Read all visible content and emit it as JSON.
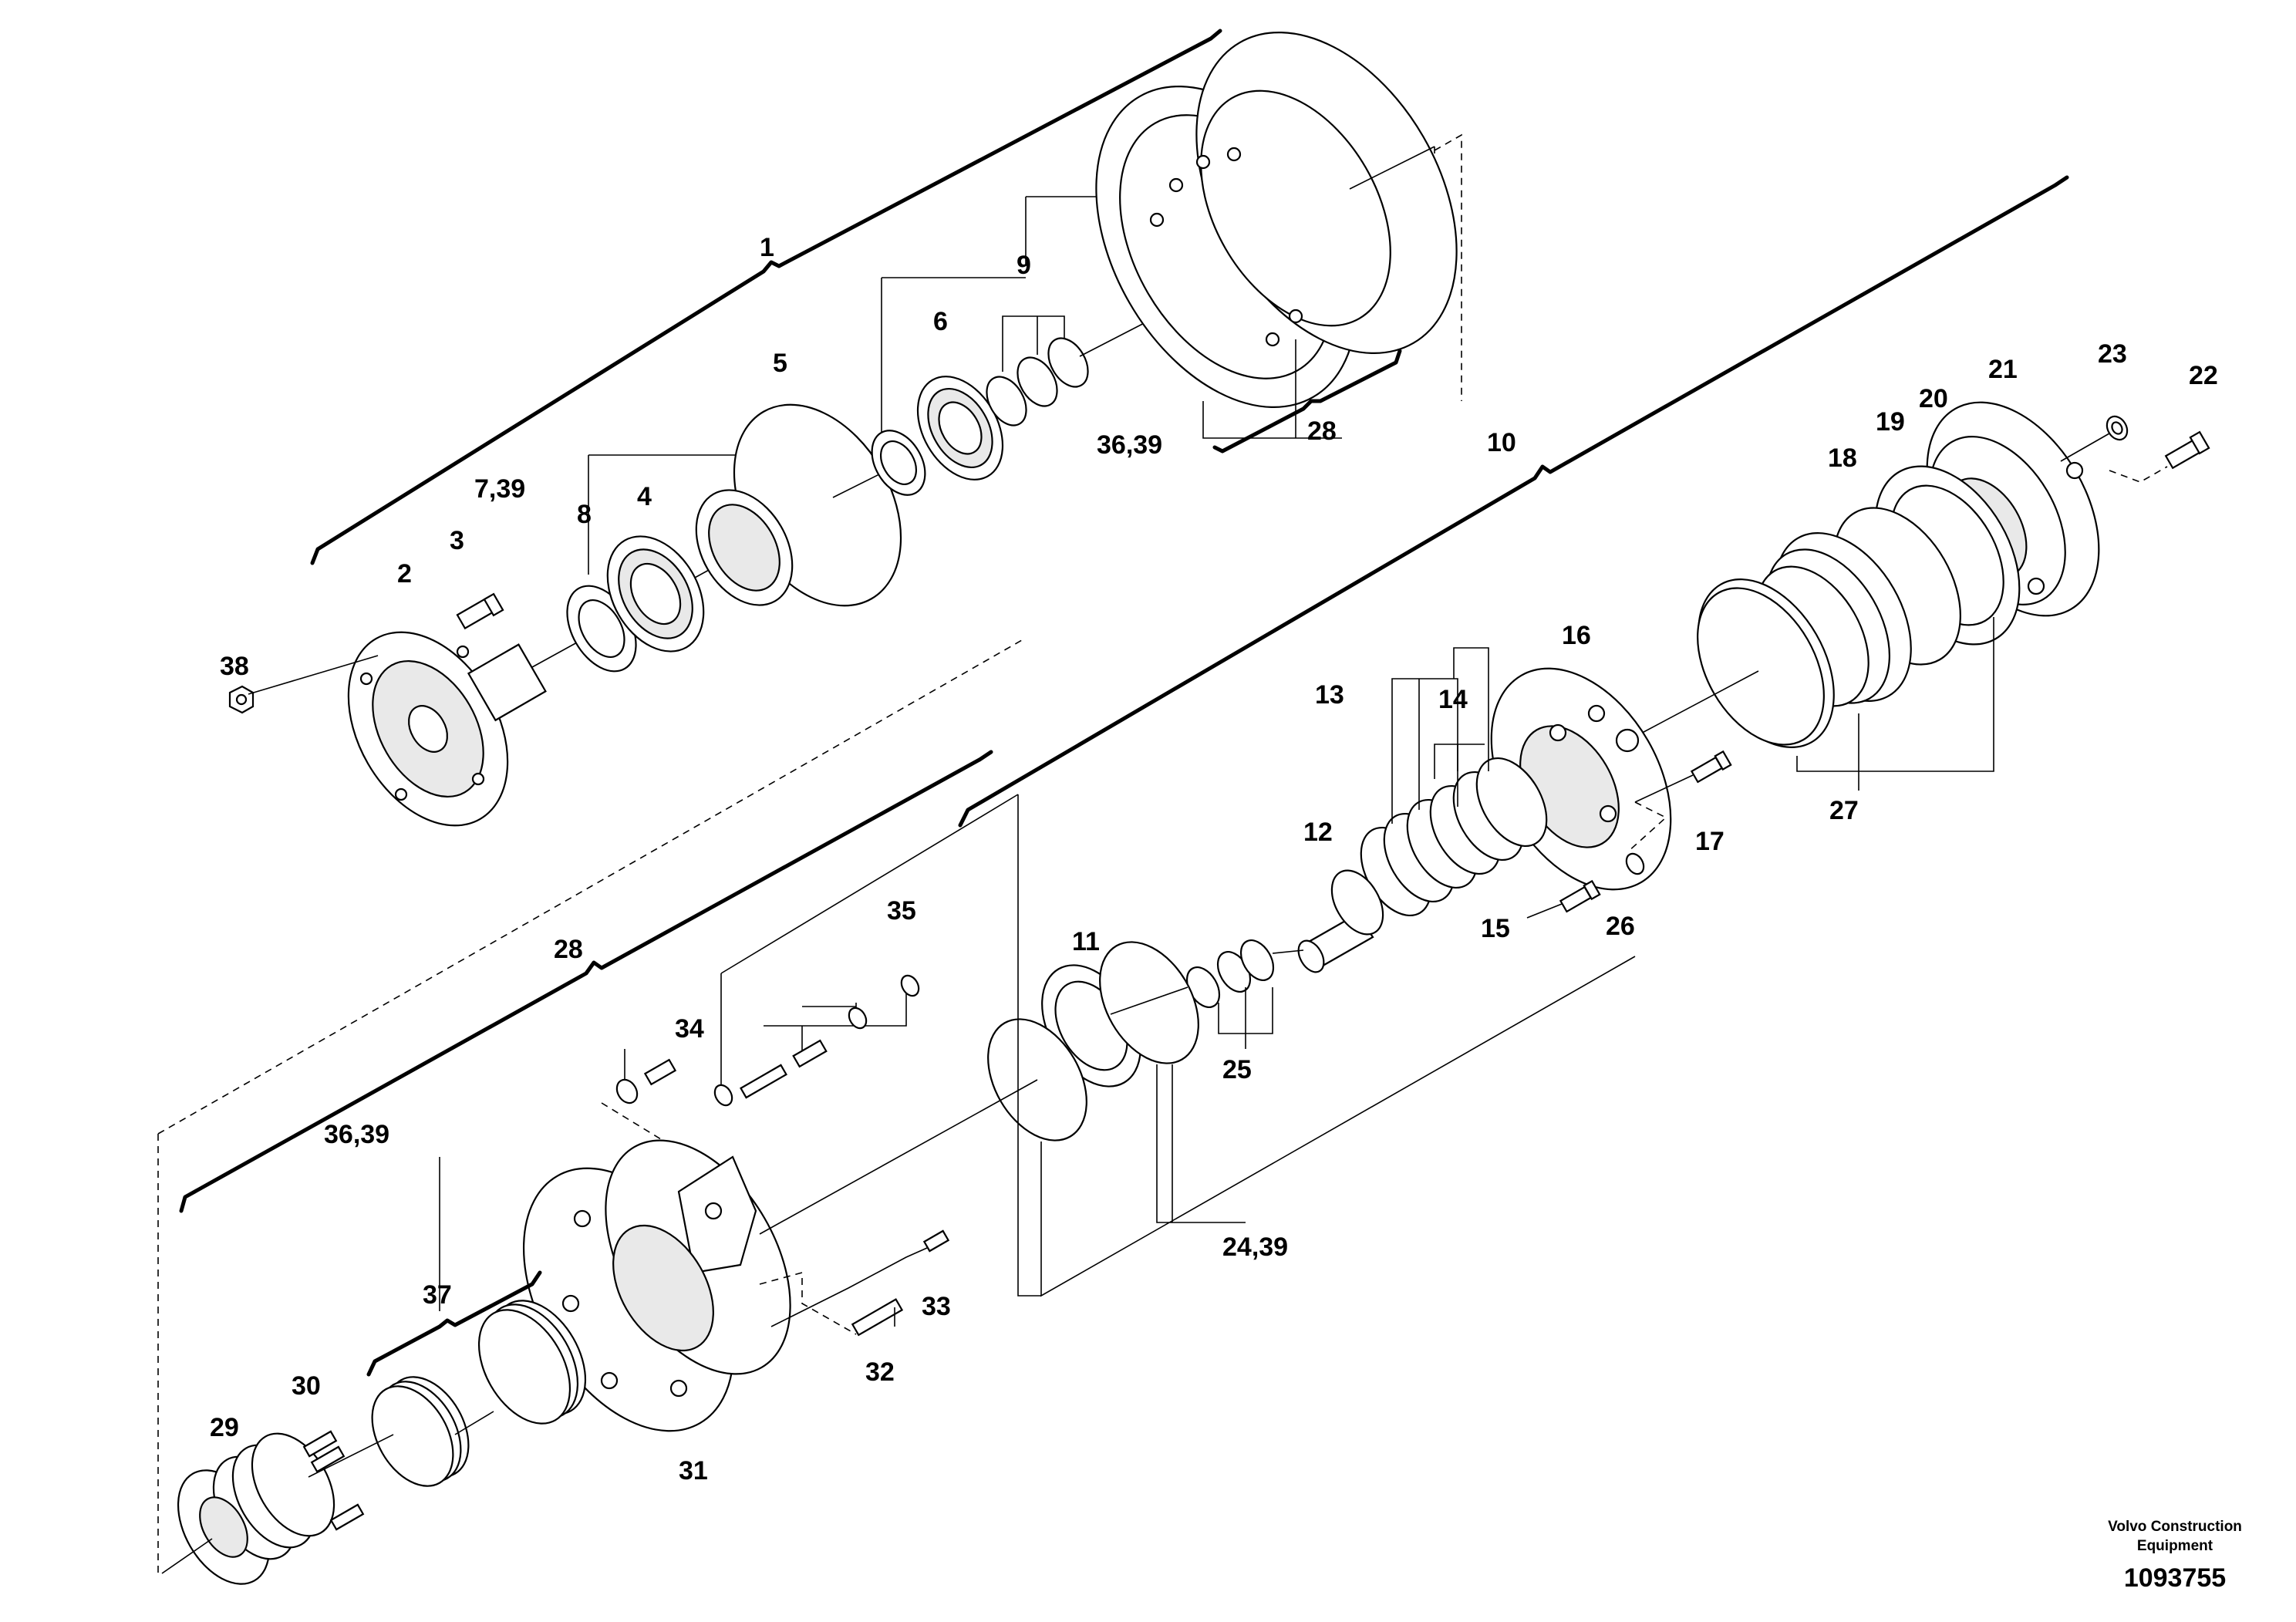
{
  "callouts": {
    "c1": "1",
    "c2": "2",
    "c3": "3",
    "c4": "4",
    "c5": "5",
    "c6": "6",
    "c7_39": "7,39",
    "c8": "8",
    "c9": "9",
    "c10": "10",
    "c11": "11",
    "c12": "12",
    "c13": "13",
    "c14": "14",
    "c15": "15",
    "c16": "16",
    "c17": "17",
    "c18": "18",
    "c19": "19",
    "c20": "20",
    "c21": "21",
    "c22": "22",
    "c23": "23",
    "c24_39": "24,39",
    "c25": "25",
    "c26": "26",
    "c27": "27",
    "c28_top": "28",
    "c28_left": "28",
    "c29": "29",
    "c30": "30",
    "c31": "31",
    "c32": "32",
    "c33": "33",
    "c34": "34",
    "c35": "35",
    "c36_39_top": "36,39",
    "c36_39_left": "36,39",
    "c37": "37",
    "c38": "38"
  },
  "footer": {
    "brand_line1": "Volvo Construction",
    "brand_line2": "Equipment",
    "drawing_number": "1093755"
  }
}
